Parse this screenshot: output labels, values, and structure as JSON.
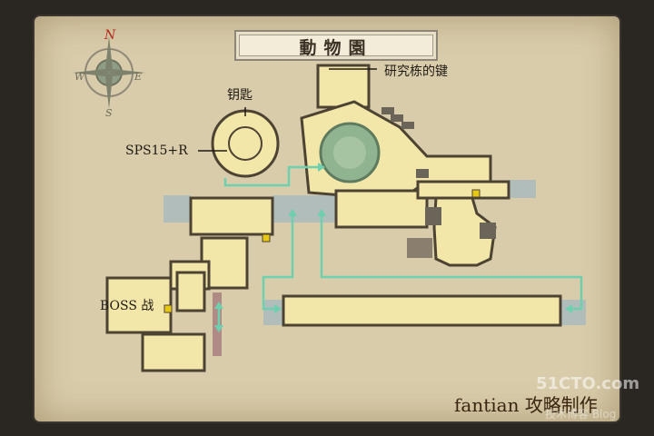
{
  "map": {
    "title": "動物園",
    "compass": {
      "n": "N",
      "e": "E",
      "s": "S",
      "w": "W"
    },
    "labels": {
      "key_room": "研究栋的键",
      "key": "钥匙",
      "sps": "SPS15+R",
      "boss": "BOSS 战"
    },
    "credit": {
      "author": "fantian",
      "note": "攻略制作"
    }
  },
  "watermark": {
    "site": "51CTO.com",
    "sub": "技术博客 Blog"
  },
  "colors": {
    "room": "#f2e6a8",
    "wall": "#4d4333",
    "arrow": "#6fd0b0",
    "water": "#8fb0c8",
    "key_marker": "#e6c814"
  }
}
